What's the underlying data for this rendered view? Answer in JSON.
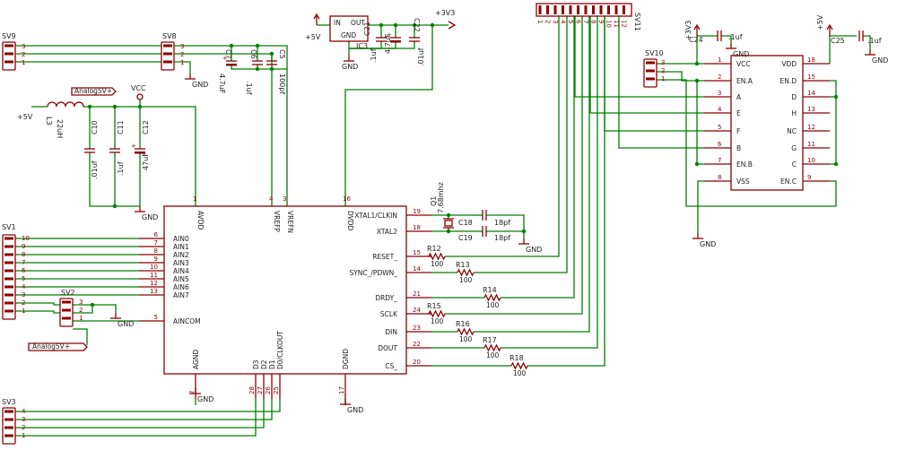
{
  "nets": {
    "p3v3": "+3V3",
    "p5v": "+5V",
    "gnd": "GND",
    "vcc": "VCC",
    "analog5v": "Analog5V+"
  },
  "u1": {
    "left_pins": [
      {
        "name": "AIN0",
        "num": "6"
      },
      {
        "name": "AIN1",
        "num": "7"
      },
      {
        "name": "AIN2",
        "num": "8"
      },
      {
        "name": "AIN3",
        "num": "9"
      },
      {
        "name": "AIN4",
        "num": "10"
      },
      {
        "name": "AIN5",
        "num": "11"
      },
      {
        "name": "AIN6",
        "num": "12"
      },
      {
        "name": "AIN7",
        "num": "13"
      },
      {
        "name": "AINCOM",
        "num": "5"
      }
    ],
    "top_pins": [
      {
        "name": "AVDD",
        "num": "1"
      },
      {
        "name": "VREFP",
        "num": "4"
      },
      {
        "name": "VREFN",
        "num": "3"
      },
      {
        "name": "DVDD",
        "num": "16"
      }
    ],
    "right_pins": [
      {
        "name": "XTAL1/CLKIN",
        "num": "19"
      },
      {
        "name": "XTAL2",
        "num": "18"
      },
      {
        "name": "RESET_",
        "num": "15"
      },
      {
        "name": "SYNC_/PDWN_",
        "num": "14"
      },
      {
        "name": "DRDY_",
        "num": "21"
      },
      {
        "name": "SCLK",
        "num": "24"
      },
      {
        "name": "DIN",
        "num": "23"
      },
      {
        "name": "DOUT",
        "num": "22"
      },
      {
        "name": "CS_",
        "num": "20"
      }
    ],
    "bottom_pins": [
      {
        "name": "AGND",
        "num": "2"
      },
      {
        "name": "D3",
        "num": "28"
      },
      {
        "name": "D2",
        "num": "27"
      },
      {
        "name": "D1",
        "num": "26"
      },
      {
        "name": "D0/CLKOUT",
        "num": "25"
      },
      {
        "name": "DGND",
        "num": "17"
      }
    ]
  },
  "ic3": {
    "name": "IC3",
    "in": "IN",
    "out": "OUT",
    "gnd": "GND"
  },
  "u2": {
    "left_pins": [
      {
        "name": "VCC",
        "num": "1"
      },
      {
        "name": "EN.A",
        "num": "2"
      },
      {
        "name": "A",
        "num": "3"
      },
      {
        "name": "E",
        "num": "4"
      },
      {
        "name": "F",
        "num": "5"
      },
      {
        "name": "B",
        "num": "6"
      },
      {
        "name": "EN.B",
        "num": "7"
      },
      {
        "name": "VSS",
        "num": "8"
      }
    ],
    "right_pins": [
      {
        "name": "VDD",
        "num": "18"
      },
      {
        "name": "EN.D",
        "num": "15"
      },
      {
        "name": "D",
        "num": "14"
      },
      {
        "name": "H",
        "num": "13"
      },
      {
        "name": "NC",
        "num": "12"
      },
      {
        "name": "G",
        "num": "11"
      },
      {
        "name": "C",
        "num": "10"
      },
      {
        "name": "EN.C",
        "num": "9"
      }
    ]
  },
  "connectors": {
    "sv1": {
      "name": "SV1",
      "pins": [
        "10",
        "9",
        "8",
        "7",
        "6",
        "5",
        "4",
        "3",
        "2",
        "1"
      ]
    },
    "sv2": {
      "name": "SV2",
      "pins": [
        "3",
        "2",
        "1"
      ]
    },
    "sv3": {
      "name": "SV3",
      "pins": [
        "4",
        "3",
        "2",
        "1"
      ]
    },
    "sv8": {
      "name": "SV8",
      "pins": [
        "3",
        "2",
        "1"
      ]
    },
    "sv9": {
      "name": "SV9",
      "pins": [
        "3",
        "2",
        "1"
      ]
    },
    "sv10": {
      "name": "SV10",
      "pins": [
        "3",
        "2",
        "1"
      ]
    },
    "sv11": {
      "name": "SV11",
      "pins": [
        "1",
        "2",
        "3",
        "4",
        "5",
        "6",
        "7",
        "8",
        "9",
        "10",
        "11",
        "12"
      ]
    }
  },
  "caps": {
    "c5": {
      "ref": "C5",
      "value": "100pf"
    },
    "c6": {
      "ref": "C6",
      "value": ".1uf"
    },
    "c7": {
      "ref": "C7",
      "value": "4.7uF"
    },
    "c10": {
      "ref": "C10",
      "value": ".01uf"
    },
    "c11": {
      "ref": "C11",
      "value": ".1uf"
    },
    "c12": {
      "ref": "C12",
      "value": "47uF"
    },
    "c18": {
      "ref": "C18",
      "value": "18pf"
    },
    "c19": {
      "ref": "C19",
      "value": "18pf"
    },
    "c21": {
      "ref": "C21",
      "value": ".1uf"
    },
    "c23": {
      "ref": "C23",
      "value": "4.7uF"
    },
    "c22": {
      "ref": "C22",
      "value": ".01uf"
    },
    "c24": {
      "ref": "C24",
      "value": ".1uf"
    },
    "c25": {
      "ref": "C25",
      "value": ".1uf"
    }
  },
  "l3": {
    "ref": "L3",
    "value": "22uH"
  },
  "q1": {
    "ref": "Q1",
    "value": "7.68mhz"
  },
  "resistors": [
    {
      "ref": "R12",
      "value": "100"
    },
    {
      "ref": "R13",
      "value": "100"
    },
    {
      "ref": "R14",
      "value": "100"
    },
    {
      "ref": "R15",
      "value": "100"
    },
    {
      "ref": "R16",
      "value": "100"
    },
    {
      "ref": "R17",
      "value": "100"
    },
    {
      "ref": "R18",
      "value": "100"
    }
  ]
}
